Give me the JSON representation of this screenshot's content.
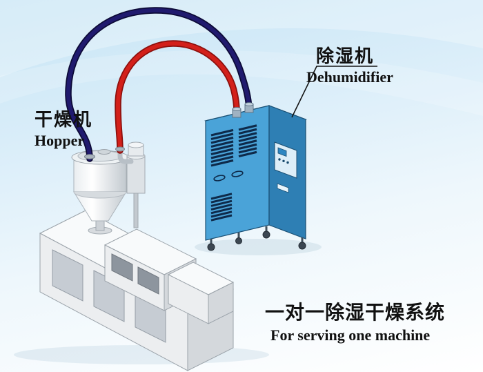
{
  "scene": {
    "caption_cn": "一对一除湿干燥系统",
    "caption_en": "For serving one machine"
  },
  "labels": {
    "hopper_cn": "干燥机",
    "hopper_en": "Hopper",
    "dehumidifier_cn": "除湿机",
    "dehumidifier_en": "Dehumidifier"
  },
  "colors": {
    "background_top": "#c7e5f5",
    "background_bottom": "#ffffff",
    "pipe_red": "#d3201a",
    "pipe_red_edge": "#8c100d",
    "pipe_navy": "#201a6e",
    "pipe_navy_edge": "#0c0a36",
    "dehumidifier_front": "#4aa3d8",
    "dehumidifier_side": "#2e7fb4",
    "dehumidifier_top": "#90d0ef",
    "vent_slot": "#0e2a4a",
    "machine_front": "#eceef0",
    "machine_top": "#f8fafb",
    "machine_side": "#d4d8dc",
    "label_text": "#111111"
  },
  "parts": [
    "extruder-machine",
    "hopper-dryer",
    "dehumidifier-cabinet",
    "red-dry-air-hose",
    "navy-return-air-hose"
  ]
}
